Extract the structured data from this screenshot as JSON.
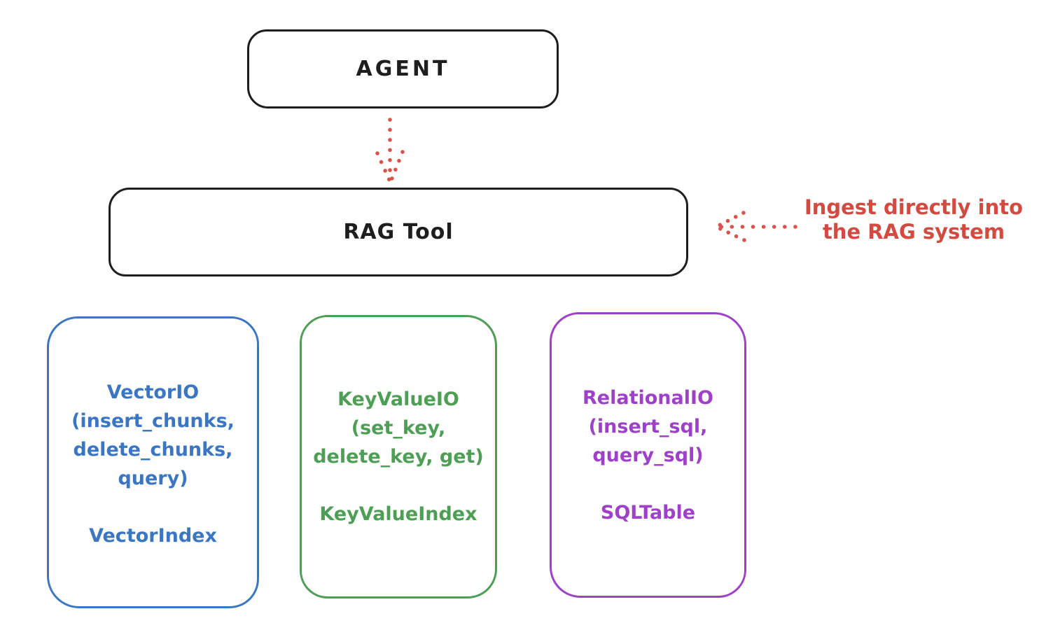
{
  "diagram": {
    "agent": {
      "label": "AGENT"
    },
    "rag_tool": {
      "label": "RAG Tool"
    },
    "annotation": {
      "line1": "Ingest directly into",
      "line2": "the RAG system"
    },
    "backends": [
      {
        "name": "VectorIO",
        "text": "VectorIO\n(insert_chunks,\ndelete_chunks,\nquery)\n\nVectorIndex"
      },
      {
        "name": "KeyValueIO",
        "text": "KeyValueIO\n(set_key,\ndelete_key, get)\n\nKeyValueIndex"
      },
      {
        "name": "RelationalIO",
        "text": "RelationalIO\n(insert_sql,\nquery_sql)\n\nSQLTable"
      }
    ],
    "colors": {
      "stroke_black": "#1e1e1e",
      "arrow_red": "#d9534a",
      "annotation_red": "#d34a40",
      "vector_blue": "#3b76c2",
      "keyvalue_green": "#4f9e55",
      "relational_purple": "#9e41c8",
      "background": "#ffffff"
    }
  }
}
